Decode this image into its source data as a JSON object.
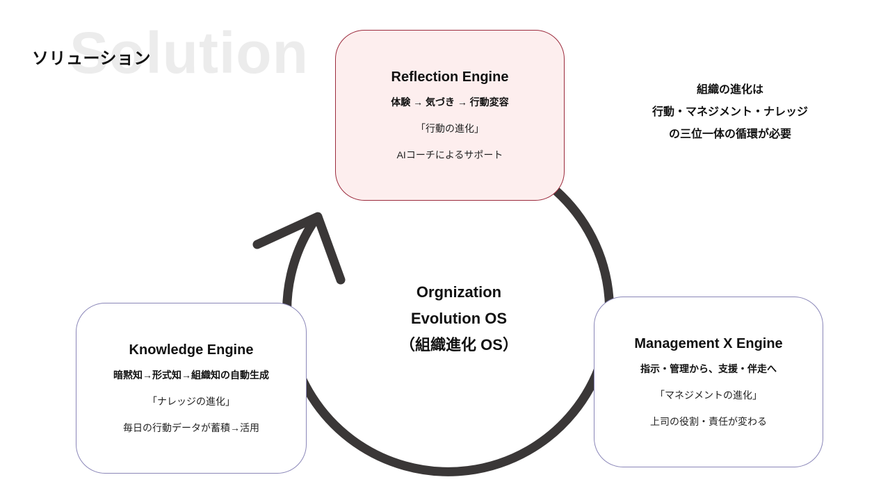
{
  "header": {
    "title": "ソリューション",
    "watermark": "Solution"
  },
  "center": {
    "line1": "Orgnization",
    "line2": "Evolution OS",
    "line3": "（組織進化 OS）"
  },
  "side_note": {
    "line1": "組織の進化は",
    "line2": "行動・マネジメント・ナレッジ",
    "line3": "の三位一体の循環が必要"
  },
  "engines": {
    "reflection": {
      "title": "Reflection Engine",
      "line1": "体験 → 気づき → 行動変容",
      "line2": "「行動の進化」",
      "line3": "AIコーチによるサポート",
      "border_color": "#9b2a3c",
      "fill_color": "#fdeeee"
    },
    "knowledge": {
      "title": "Knowledge Engine",
      "line1": "暗黙知→形式知→組織知の自動生成",
      "line2": "「ナレッジの進化」",
      "line3": "毎日の行動データが蓄積→活用",
      "border_color": "#8a86b8"
    },
    "management": {
      "title": "Management X Engine",
      "line1": "指示・管理から、支援・伴走へ",
      "line2": "「マネジメントの進化」",
      "line3": "上司の役割・責任が変わる",
      "border_color": "#8a86b8"
    }
  },
  "colors": {
    "cycle_stroke": "#3a3737",
    "watermark": "#ececec"
  }
}
